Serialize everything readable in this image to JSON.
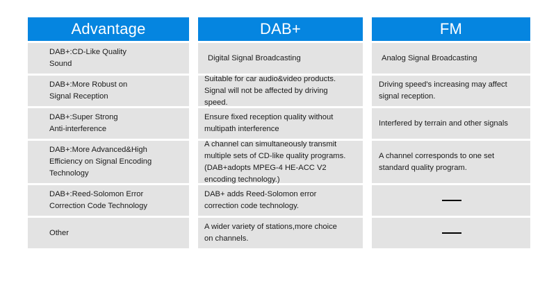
{
  "table": {
    "accent_color": "#0585E0",
    "cell_bg_color": "#E3E3E3",
    "page_bg_color": "#FFFFFF",
    "text_color": "#1A1A1A",
    "columns": [
      {
        "key": "advantage",
        "header": "Advantage",
        "cells": [
          "DAB+:CD-Like Quality\nSound",
          "DAB+:More Robust on\nSignal Reception",
          "DAB+:Super Strong\nAnti-interference",
          "DAB+:More Advanced&High\nEfficiency on Signal Encoding\nTechnology",
          "DAB+:Reed-Solomon Error\nCorrection Code Technology",
          "Other"
        ]
      },
      {
        "key": "dabplus",
        "header": "DAB+",
        "cells": [
          "Digital Signal Broadcasting",
          "Suitable for car audio&video products.\nSignal will not be affected by driving\nspeed.",
          "Ensure fixed reception quality without\nmultipath interference",
          "A channel can simultaneously transmit\nmultiple sets of CD-like quality programs.\n(DAB+adopts MPEG-4 HE-ACC V2\nencoding technology.)",
          "DAB+ adds Reed-Solomon error\ncorrection code technology.",
          "A wider variety of stations,more choice\non channels."
        ]
      },
      {
        "key": "fm",
        "header": "FM",
        "cells": [
          "Analog Signal Broadcasting",
          "Driving speed's increasing may affect\nsignal reception.",
          "Interfered by terrain and other signals",
          "A channel corresponds to one set\nstandard quality program.",
          "",
          ""
        ],
        "dash_rows": [
          4,
          5
        ],
        "dash_glyph": "em-dash-rule"
      }
    ]
  }
}
